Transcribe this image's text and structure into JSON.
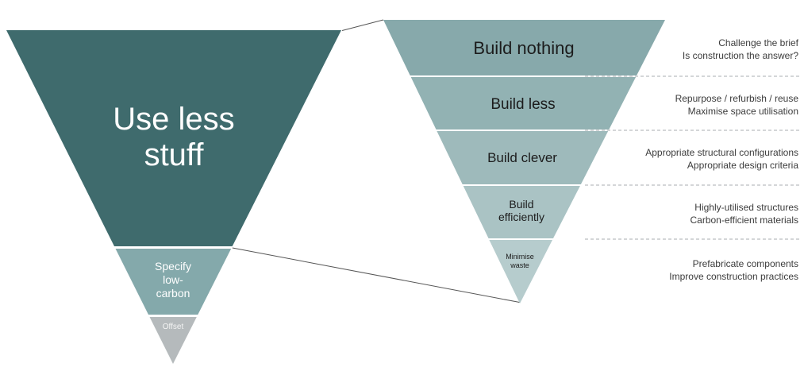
{
  "left_funnel": {
    "sections": [
      {
        "id": "use-less-stuff",
        "color": "#3f6b6d",
        "label_lines": [
          "Use less",
          "stuff"
        ]
      },
      {
        "id": "specify-low-carbon",
        "color": "#84a9ab",
        "label_lines": [
          "Specify",
          "low-",
          "carbon"
        ]
      },
      {
        "id": "offset",
        "color": "#b5babc",
        "label_lines": [
          "Offset"
        ]
      }
    ]
  },
  "right_funnel": {
    "layers": [
      {
        "label_lines": [
          "Build nothing"
        ],
        "color": "#87a9ab",
        "notes": [
          "Challenge the brief",
          "Is construction the answer?"
        ]
      },
      {
        "label_lines": [
          "Build less"
        ],
        "color": "#92b2b3",
        "notes": [
          "Repurpose / refurbish / reuse",
          "Maximise space utilisation"
        ]
      },
      {
        "label_lines": [
          "Build clever"
        ],
        "color": "#9ebabb",
        "notes": [
          "Appropriate structural configurations",
          "Appropriate design criteria"
        ]
      },
      {
        "label_lines": [
          "Build",
          "efficiently"
        ],
        "color": "#aac3c4",
        "notes": [
          "Highly-utilised structures",
          "Carbon-efficient materials"
        ]
      },
      {
        "label_lines": [
          "Minimise",
          "waste"
        ],
        "color": "#b6cccd",
        "notes": [
          "Prefabricate components",
          "Improve construction practices"
        ]
      }
    ]
  }
}
